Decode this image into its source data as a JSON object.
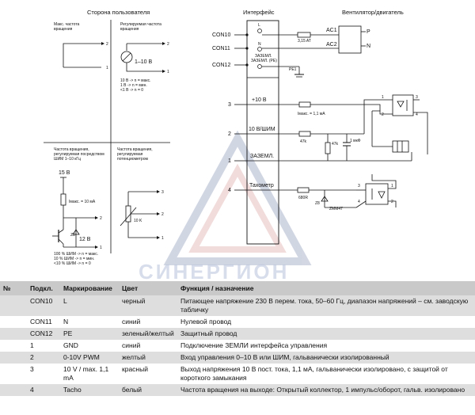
{
  "diagram": {
    "headers": {
      "user_side": "Сторона пользователя",
      "interface": "Интерфейс",
      "fan_motor": "Вентилятор/двигатель"
    },
    "panel_max_speed": {
      "title_l1": "Макс. частота",
      "title_l2": "вращения",
      "pin1": "1",
      "pin2": "2"
    },
    "panel_adjustable": {
      "title_l1": "Регулируемая частота",
      "title_l2": "вращения",
      "source": "1–10 В",
      "pin1": "1",
      "pin2": "2",
      "note1": "10 В -> n = макс.",
      "note2": "1 В -> n = мин.",
      "note3": "<1 В -> n = 0"
    },
    "panel_pwm": {
      "title_l1": "Частота вращения,",
      "title_l2": "регулируемая посредством",
      "title_l3": "ШИМ 1–10 кГц",
      "supply": "15 В",
      "imax": "Iмакс. = 10 мА",
      "zener": "12 В",
      "zener_ref": "Z3",
      "pin2": "2",
      "pin1": "1",
      "note1": "100 % ШИМ -> n = макс.",
      "note2": "10 % ШИМ -> n = мин.",
      "note3": "<10 % ШИМ -> n = 0"
    },
    "panel_pot": {
      "title_l1": "Частота вращения,",
      "title_l2": "регулируемая",
      "title_l3": "потенциометром",
      "pot": "10 K",
      "pin3": "3",
      "pin2": "2",
      "pin1": "1"
    },
    "interface": {
      "con10": "CON10",
      "con11": "CON11",
      "con12": "CON12",
      "l": "L",
      "n": "N",
      "pe_l1": "ЗАЗЕМЛ.",
      "pe_l2": "ЗАЗЕМЛ. (PE)",
      "fuse": "3,15 AT",
      "ac1": "AC1",
      "ac2": "AC2",
      "p": "P",
      "n_right": "N",
      "pe1": "PE1",
      "pin3": "3",
      "pin2": "2",
      "pin1": "1",
      "pin4": "4",
      "v10": "+10 В",
      "pwm": "10 В/ШИМ",
      "gnd": "ЗАЗЕМЛ.",
      "tacho": "Тахометр",
      "imax": "Iмакс. = 1,1 мА",
      "r47k_a": "47k",
      "r47k_b": "47k",
      "cap": "1 мкФ",
      "r680": "680R",
      "zener": "ZMM47",
      "zref": "Z8",
      "opto1_1": "1",
      "opto1_2": "2",
      "opto1_3": "3",
      "opto1_4": "4",
      "opto2_1": "1",
      "opto2_2": "2",
      "opto2_3": "3",
      "opto2_4": "4"
    },
    "watermark": "СИНЕРГИОН"
  },
  "table": {
    "headers": [
      "№",
      "Подкл.",
      "Маркирование",
      "Цвет",
      "Функция / назначение"
    ],
    "rows": [
      {
        "no": "",
        "conn": "CON10",
        "mark": "L",
        "color": "черный",
        "func": "Питающее напряжение 230 В перем. тока, 50–60 Гц, диапазон напряжений – см. заводскую табличку"
      },
      {
        "no": "",
        "conn": "CON11",
        "mark": "N",
        "color": "синий",
        "func": "Нулевой провод"
      },
      {
        "no": "",
        "conn": "CON12",
        "mark": "PE",
        "color": "зеленый/желтый",
        "func": "Защитный провод"
      },
      {
        "no": "",
        "conn": "1",
        "mark": "GND",
        "color": "синий",
        "func": "Подключение ЗЕМЛИ интерфейса управления"
      },
      {
        "no": "",
        "conn": "2",
        "mark": "0-10V PWM",
        "color": "желтый",
        "func": "Вход управления 0–10 В или ШИМ, гальванически изолированный"
      },
      {
        "no": "",
        "conn": "3",
        "mark": "10 V / max. 1,1 mA",
        "color": "красный",
        "func": "Выход напряжения 10 В пост. тока, 1,1 мА, гальванически изолировано, с защитой от короткого замыкания"
      },
      {
        "no": "",
        "conn": "4",
        "mark": "Tacho",
        "color": "белый",
        "func": "Частота вращения на выходе: Открытый коллектор, 1 импульс/оборот, гальв. изолировано"
      }
    ]
  }
}
